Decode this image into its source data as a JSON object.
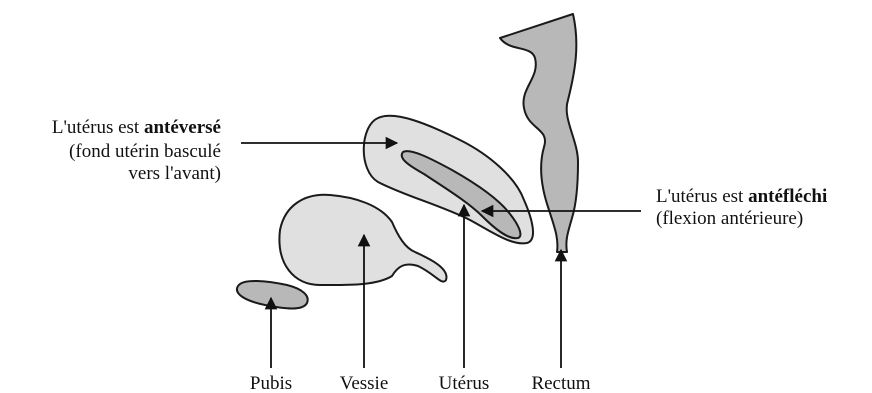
{
  "colors": {
    "light_organ": "#e0e0e0",
    "dark_organ": "#b8b8b8",
    "stroke": "#1a1a1a",
    "arrow": "#111111"
  },
  "annotations": {
    "anteverse": {
      "prefix": "L'utérus est ",
      "keyword": "antéversé",
      "line2": "(fond utérin basculé",
      "line3": "vers l'avant)"
    },
    "antefléchi": {
      "prefix": "L'utérus est ",
      "keyword": "antéfléchi",
      "line2": "(flexion antérieure)"
    }
  },
  "bottom_labels": {
    "pubis": "Pubis",
    "vessie": "Vessie",
    "uterus": "Utérus",
    "rectum": "Rectum"
  }
}
